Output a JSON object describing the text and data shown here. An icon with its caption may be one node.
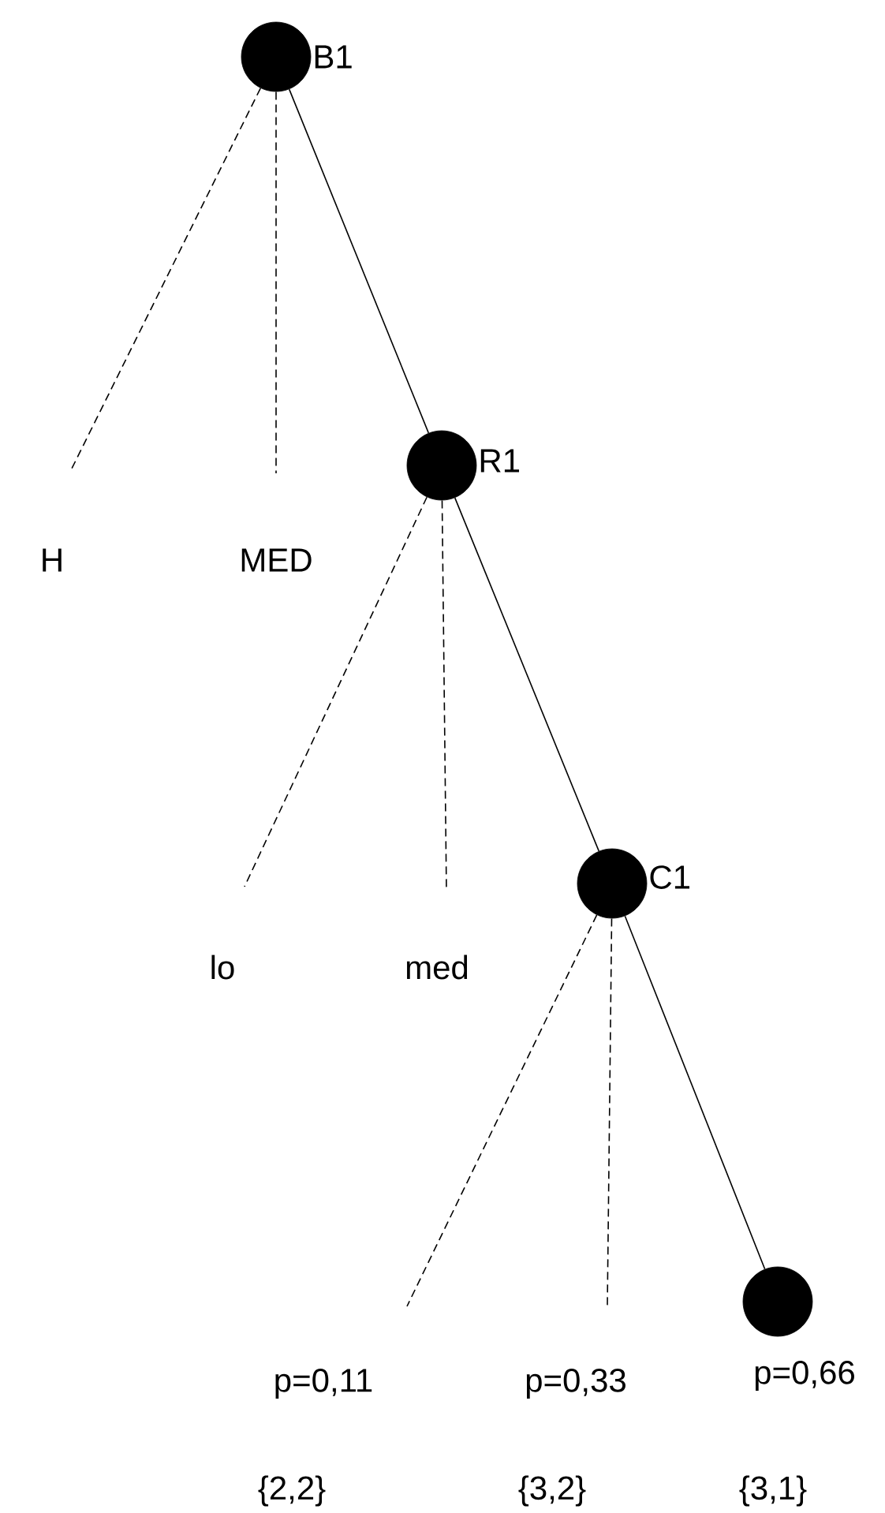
{
  "diagram": {
    "nodes": [
      {
        "text": [],
        "shape": "circle",
        "beside": [
          "B1"
        ]
      },
      {
        "text": [],
        "shape": "circle",
        "beside": [
          "R1"
        ]
      },
      {
        "text": [],
        "shape": "circle",
        "beside": [
          "C1"
        ]
      },
      {
        "text": [],
        "shape": "circle"
      }
    ],
    "edges": [
      {
        "from": 0,
        "to": null,
        "arrow": "none",
        "style": "dashed"
      },
      {
        "from": 0,
        "to": null,
        "arrow": "none",
        "style": "dashed"
      },
      {
        "from": 0,
        "to": 1,
        "arrow": "none"
      },
      {
        "from": 1,
        "to": null,
        "arrow": "none",
        "style": "dashed"
      },
      {
        "from": 1,
        "to": null,
        "arrow": "none",
        "style": "dashed"
      },
      {
        "from": 1,
        "to": 2,
        "arrow": "none"
      },
      {
        "from": 2,
        "to": null,
        "arrow": "none",
        "style": "dashed"
      },
      {
        "from": 2,
        "to": null,
        "arrow": "none",
        "style": "dashed"
      },
      {
        "from": 2,
        "to": 3,
        "arrow": "none"
      }
    ],
    "labels": [
      "H",
      "MED",
      "lo",
      "med",
      "p=0,11",
      "p=0,33",
      "p=0,66",
      "{2,2}",
      "{3,2}",
      "{3,1}"
    ]
  }
}
